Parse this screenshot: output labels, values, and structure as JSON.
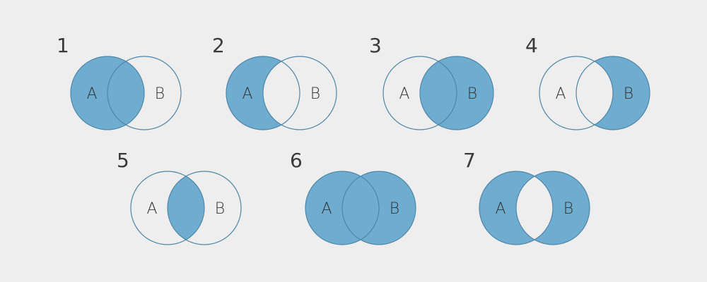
{
  "colors": {
    "background": "#eeeeee",
    "fill": "#6fadd0",
    "stroke": "#4f86a8"
  },
  "diagrams": [
    {
      "number": "1",
      "label_a": "A",
      "label_b": "B",
      "shaded": [
        "a-only",
        "intersection"
      ]
    },
    {
      "number": "2",
      "label_a": "A",
      "label_b": "B",
      "shaded": [
        "a-only"
      ]
    },
    {
      "number": "3",
      "label_a": "A",
      "label_b": "B",
      "shaded": [
        "b-only",
        "intersection"
      ]
    },
    {
      "number": "4",
      "label_a": "A",
      "label_b": "B",
      "shaded": [
        "b-only"
      ]
    },
    {
      "number": "5",
      "label_a": "A",
      "label_b": "B",
      "shaded": [
        "intersection"
      ]
    },
    {
      "number": "6",
      "label_a": "A",
      "label_b": "B",
      "shaded": [
        "a-only",
        "intersection",
        "b-only"
      ]
    },
    {
      "number": "7",
      "label_a": "A",
      "label_b": "B",
      "shaded": [
        "a-only",
        "b-only"
      ]
    }
  ]
}
